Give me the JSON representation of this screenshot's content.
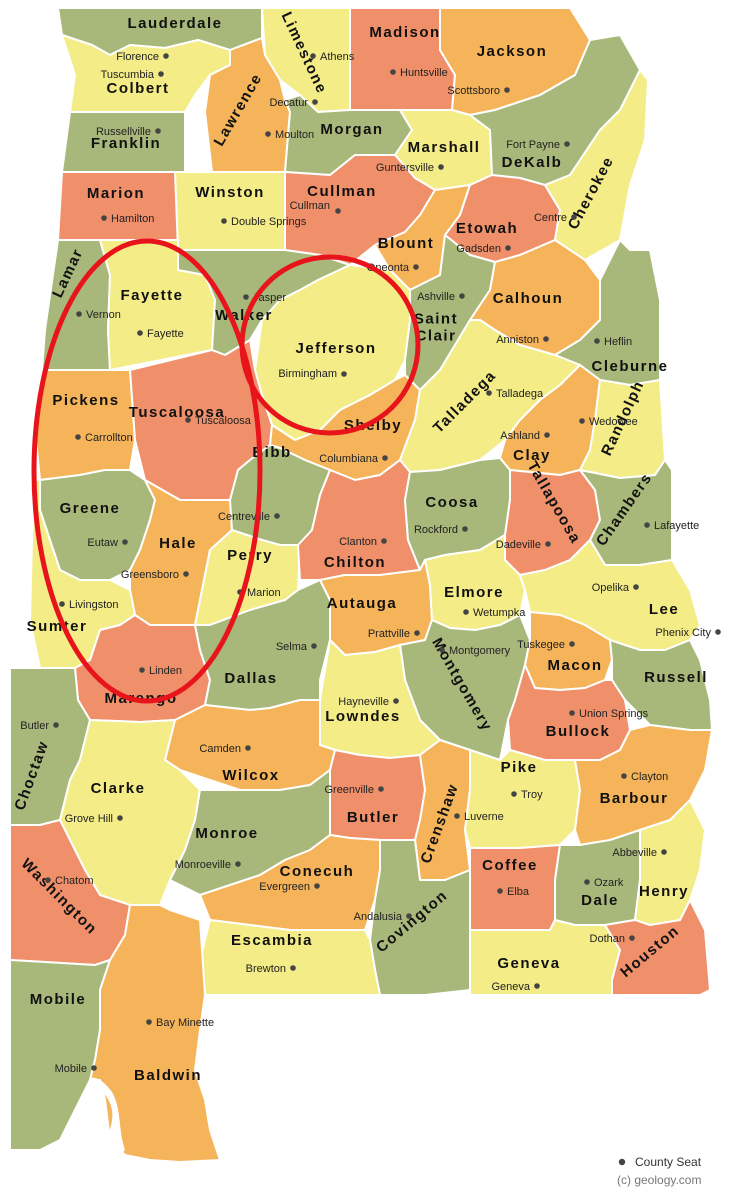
{
  "colors": {
    "green": "#a8b87a",
    "yellow": "#f4ec86",
    "orange": "#f6b45a",
    "salmon": "#f0906a",
    "water": "#ffffff",
    "border": "#ffffff",
    "highlight": "#e8141c",
    "seat_dot": "#444444"
  },
  "counties": [
    {
      "id": "lauderdale",
      "name": "Lauderdale",
      "color": "green",
      "seat": "Florence"
    },
    {
      "id": "limestone",
      "name": "Limestone",
      "color": "yellow",
      "seat": "Athens"
    },
    {
      "id": "madison",
      "name": "Madison",
      "color": "salmon",
      "seat": "Huntsville"
    },
    {
      "id": "jackson",
      "name": "Jackson",
      "color": "orange",
      "seat": "Scottsboro"
    },
    {
      "id": "colbert",
      "name": "Colbert",
      "color": "yellow",
      "seat": "Tuscumbia"
    },
    {
      "id": "lawrence",
      "name": "Lawrence",
      "color": "orange",
      "seat": "Moulton"
    },
    {
      "id": "morgan",
      "name": "Morgan",
      "color": "green",
      "seat": "Decatur"
    },
    {
      "id": "marshall",
      "name": "Marshall",
      "color": "yellow",
      "seat": "Guntersville"
    },
    {
      "id": "dekalb",
      "name": "DeKalb",
      "color": "green",
      "seat": "Fort Payne"
    },
    {
      "id": "franklin",
      "name": "Franklin",
      "color": "green",
      "seat": "Russellville"
    },
    {
      "id": "marion",
      "name": "Marion",
      "color": "salmon",
      "seat": "Hamilton"
    },
    {
      "id": "winston",
      "name": "Winston",
      "color": "yellow",
      "seat": "Double Springs"
    },
    {
      "id": "cullman",
      "name": "Cullman",
      "color": "salmon",
      "seat": "Cullman"
    },
    {
      "id": "blount",
      "name": "Blount",
      "color": "orange",
      "seat": "Oneonta"
    },
    {
      "id": "etowah",
      "name": "Etowah",
      "color": "salmon",
      "seat": "Gadsden"
    },
    {
      "id": "cherokee",
      "name": "Cherokee",
      "color": "yellow",
      "seat": "Centre"
    },
    {
      "id": "lamar",
      "name": "Lamar",
      "color": "green",
      "seat": "Vernon"
    },
    {
      "id": "fayette",
      "name": "Fayette",
      "color": "yellow",
      "seat": "Fayette"
    },
    {
      "id": "walker",
      "name": "Walker",
      "color": "green",
      "seat": "Jasper"
    },
    {
      "id": "jefferson",
      "name": "Jefferson",
      "color": "yellow",
      "seat": "Birmingham"
    },
    {
      "id": "stclair",
      "name": "Saint\nClair",
      "color": "green",
      "seat": "Ashville"
    },
    {
      "id": "calhoun",
      "name": "Calhoun",
      "color": "orange",
      "seat": "Anniston"
    },
    {
      "id": "cleburne",
      "name": "Cleburne",
      "color": "green",
      "seat": "Heflin"
    },
    {
      "id": "pickens",
      "name": "Pickens",
      "color": "orange",
      "seat": "Carrollton"
    },
    {
      "id": "tuscaloosa",
      "name": "Tuscaloosa",
      "color": "salmon",
      "seat": "Tuscaloosa"
    },
    {
      "id": "shelby",
      "name": "Shelby",
      "color": "orange",
      "seat": "Columbiana"
    },
    {
      "id": "talladega",
      "name": "Talladega",
      "color": "yellow",
      "seat": "Talladega"
    },
    {
      "id": "clay",
      "name": "Clay",
      "color": "orange",
      "seat": "Ashland"
    },
    {
      "id": "randolph",
      "name": "Randolph",
      "color": "yellow",
      "seat": "Wedowee"
    },
    {
      "id": "greene",
      "name": "Greene",
      "color": "green",
      "seat": "Eutaw"
    },
    {
      "id": "hale",
      "name": "Hale",
      "color": "orange",
      "seat": "Greensboro"
    },
    {
      "id": "bibb",
      "name": "Bibb",
      "color": "green",
      "seat": "Centreville"
    },
    {
      "id": "perry",
      "name": "Perry",
      "color": "yellow",
      "seat": "Marion"
    },
    {
      "id": "chilton",
      "name": "Chilton",
      "color": "salmon",
      "seat": "Clanton"
    },
    {
      "id": "coosa",
      "name": "Coosa",
      "color": "green",
      "seat": "Rockford"
    },
    {
      "id": "tallapoosa",
      "name": "Tallapoosa",
      "color": "salmon",
      "seat": "Dadeville"
    },
    {
      "id": "chambers",
      "name": "Chambers",
      "color": "green",
      "seat": "Lafayette"
    },
    {
      "id": "sumter",
      "name": "Sumter",
      "color": "yellow",
      "seat": "Livingston"
    },
    {
      "id": "marengo",
      "name": "Marengo",
      "color": "salmon",
      "seat": "Linden"
    },
    {
      "id": "dallas",
      "name": "Dallas",
      "color": "green",
      "seat": "Selma"
    },
    {
      "id": "autauga",
      "name": "Autauga",
      "color": "orange",
      "seat": "Prattville"
    },
    {
      "id": "elmore",
      "name": "Elmore",
      "color": "yellow",
      "seat": "Wetumpka"
    },
    {
      "id": "lee",
      "name": "Lee",
      "color": "yellow",
      "seat": "Opelika"
    },
    {
      "id": "montgomery",
      "name": "Montgomery",
      "color": "green",
      "seat": "Montgomery"
    },
    {
      "id": "macon",
      "name": "Macon",
      "color": "orange",
      "seat": "Tuskegee"
    },
    {
      "id": "russell",
      "name": "Russell",
      "color": "green",
      "seat": "Phenix City"
    },
    {
      "id": "choctaw",
      "name": "Choctaw",
      "color": "green",
      "seat": "Butler"
    },
    {
      "id": "lowndes",
      "name": "Lowndes",
      "color": "yellow",
      "seat": "Hayneville"
    },
    {
      "id": "bullock",
      "name": "Bullock",
      "color": "salmon",
      "seat": "Union Springs"
    },
    {
      "id": "wilcox",
      "name": "Wilcox",
      "color": "orange",
      "seat": "Camden"
    },
    {
      "id": "clarke",
      "name": "Clarke",
      "color": "yellow",
      "seat": "Grove Hill"
    },
    {
      "id": "butler",
      "name": "Butler",
      "color": "salmon",
      "seat": "Greenville"
    },
    {
      "id": "crenshaw",
      "name": "Crenshaw",
      "color": "orange",
      "seat": "Luverne"
    },
    {
      "id": "pike",
      "name": "Pike",
      "color": "yellow",
      "seat": "Troy"
    },
    {
      "id": "barbour",
      "name": "Barbour",
      "color": "orange",
      "seat": "Clayton"
    },
    {
      "id": "monroe",
      "name": "Monroe",
      "color": "green",
      "seat": "Monroeville"
    },
    {
      "id": "conecuh",
      "name": "Conecuh",
      "color": "orange",
      "seat": "Evergreen"
    },
    {
      "id": "coffee",
      "name": "Coffee",
      "color": "salmon",
      "seat": "Elba"
    },
    {
      "id": "dale",
      "name": "Dale",
      "color": "green",
      "seat": "Ozark"
    },
    {
      "id": "henry",
      "name": "Henry",
      "color": "yellow",
      "seat": "Abbeville"
    },
    {
      "id": "washington",
      "name": "Washington",
      "color": "salmon",
      "seat": "Chatom"
    },
    {
      "id": "covington",
      "name": "Covington",
      "color": "green",
      "seat": "Andalusia"
    },
    {
      "id": "escambia",
      "name": "Escambia",
      "color": "yellow",
      "seat": "Brewton"
    },
    {
      "id": "geneva",
      "name": "Geneva",
      "color": "yellow",
      "seat": "Geneva"
    },
    {
      "id": "houston",
      "name": "Houston",
      "color": "salmon",
      "seat": "Dothan"
    },
    {
      "id": "mobile",
      "name": "Mobile",
      "color": "green",
      "seat": "Mobile"
    },
    {
      "id": "baldwin",
      "name": "Baldwin",
      "color": "orange",
      "seat": "Bay Minette"
    }
  ],
  "legend": {
    "label": "County Seat"
  },
  "credit": {
    "text": "(c) geology.com"
  }
}
